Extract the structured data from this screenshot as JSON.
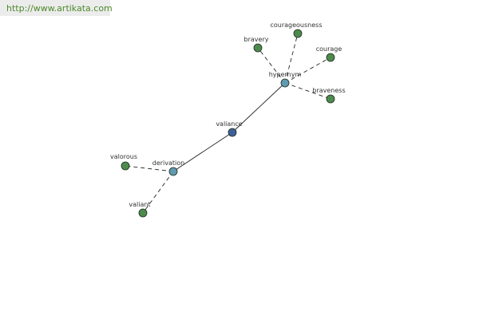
{
  "source_url": "http://www.artikata.com",
  "colors": {
    "center_node": "#3f5f9a",
    "relation_node": "#5f9ab0",
    "word_node": "#4e8a4e",
    "node_stroke": "#1d2d1d",
    "edge": "#222222"
  },
  "nodes": [
    {
      "id": "valiance",
      "label": "valiance",
      "kind": "center"
    },
    {
      "id": "hypernym",
      "label": "hypernym",
      "kind": "relation"
    },
    {
      "id": "derivation",
      "label": "derivation",
      "kind": "relation"
    },
    {
      "id": "bravery",
      "label": "bravery",
      "kind": "word"
    },
    {
      "id": "courageousness",
      "label": "courageousness",
      "kind": "word"
    },
    {
      "id": "courage",
      "label": "courage",
      "kind": "word"
    },
    {
      "id": "braveness",
      "label": "braveness",
      "kind": "word"
    },
    {
      "id": "valorous",
      "label": "valorous",
      "kind": "word"
    },
    {
      "id": "valiant",
      "label": "valiant",
      "kind": "word"
    }
  ],
  "edges": [
    {
      "from": "valiance",
      "to": "hypernym",
      "style": "solid"
    },
    {
      "from": "valiance",
      "to": "derivation",
      "style": "solid"
    },
    {
      "from": "hypernym",
      "to": "bravery",
      "style": "dashed"
    },
    {
      "from": "hypernym",
      "to": "courageousness",
      "style": "dashed"
    },
    {
      "from": "hypernym",
      "to": "courage",
      "style": "dashed"
    },
    {
      "from": "hypernym",
      "to": "braveness",
      "style": "dashed"
    },
    {
      "from": "derivation",
      "to": "valorous",
      "style": "dashed"
    },
    {
      "from": "derivation",
      "to": "valiant",
      "style": "dashed"
    }
  ]
}
